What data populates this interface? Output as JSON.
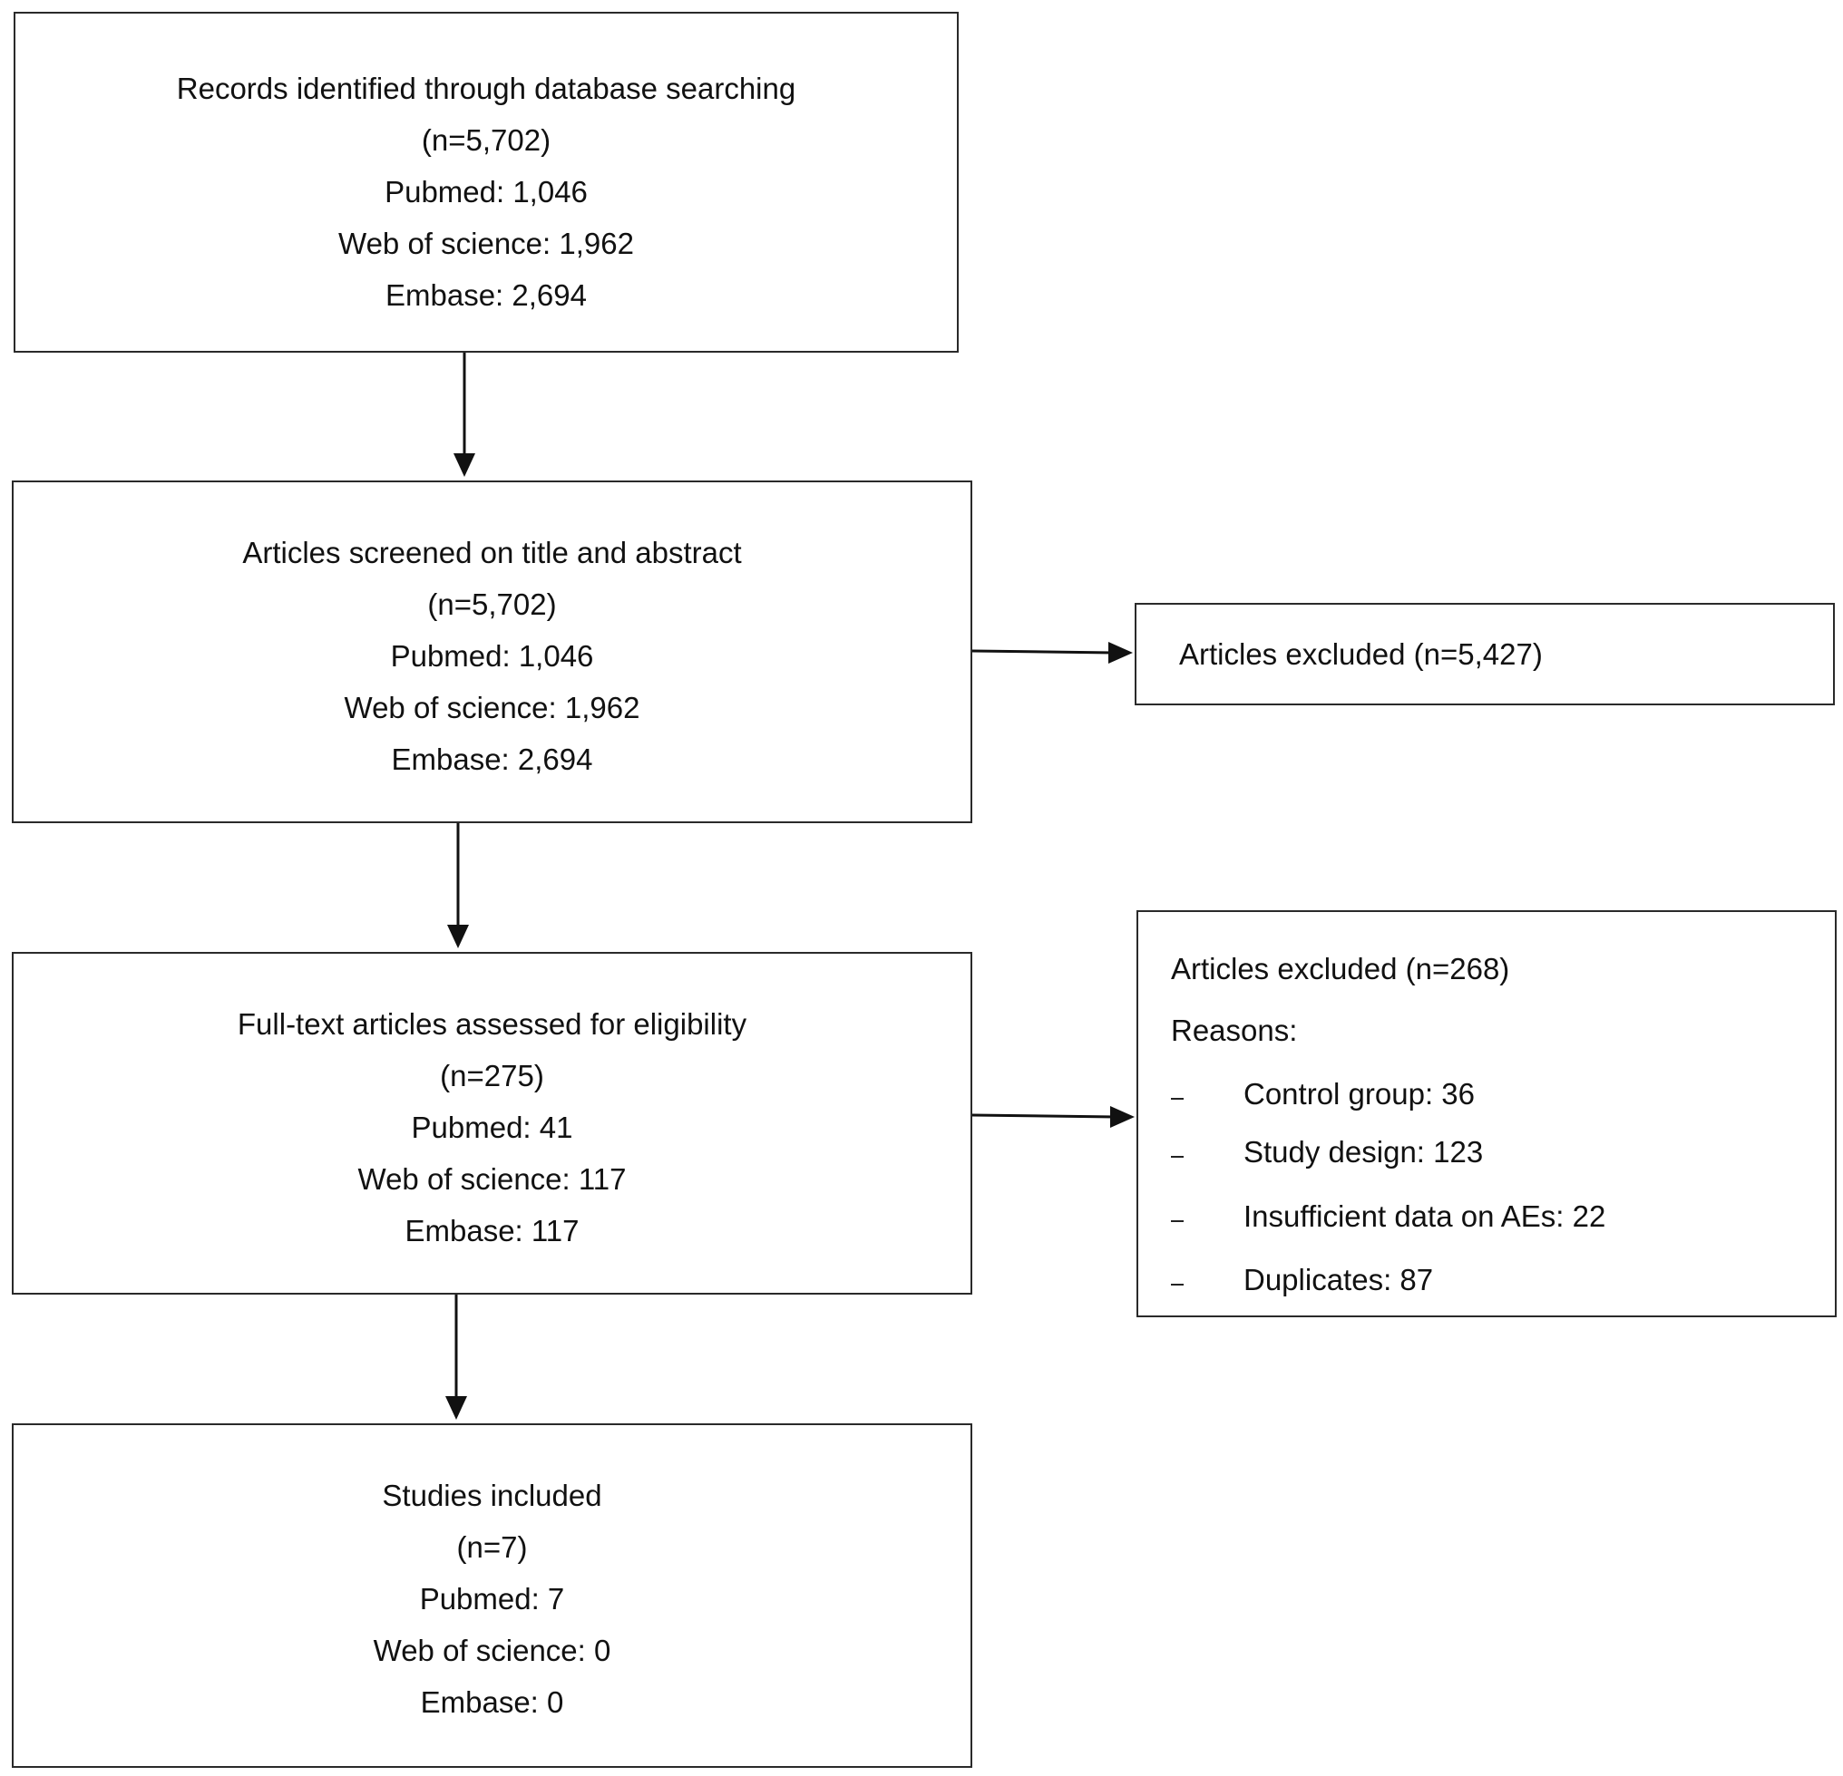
{
  "records": {
    "title": "Records identified through database searching",
    "n": "(n=5,702)",
    "pubmed": "Pubmed: 1,046",
    "wos": "Web of science: 1,962",
    "embase": "Embase: 2,694"
  },
  "screened": {
    "title": "Articles screened on title and abstract",
    "n": "(n=5,702)",
    "pubmed": "Pubmed: 1,046",
    "wos": "Web of science: 1,962",
    "embase": "Embase: 2,694"
  },
  "fulltext": {
    "title": "Full-text articles assessed for eligibility",
    "n": "(n=275)",
    "pubmed": "Pubmed: 41",
    "wos": "Web of science: 117",
    "embase": "Embase: 117"
  },
  "included": {
    "title": "Studies included",
    "n": "(n=7)",
    "pubmed": "Pubmed: 7",
    "wos": "Web of science: 0",
    "embase": "Embase: 0"
  },
  "excluded_screening": {
    "text": "Articles excluded (n=5,427)"
  },
  "excluded_fulltext": {
    "title": "Articles excluded (n=268)",
    "reasons_label": "Reasons:",
    "reasons": [
      "Control group: 36",
      "Study design: 123",
      "Insufficient data on AEs: 22",
      "Duplicates: 87"
    ]
  }
}
